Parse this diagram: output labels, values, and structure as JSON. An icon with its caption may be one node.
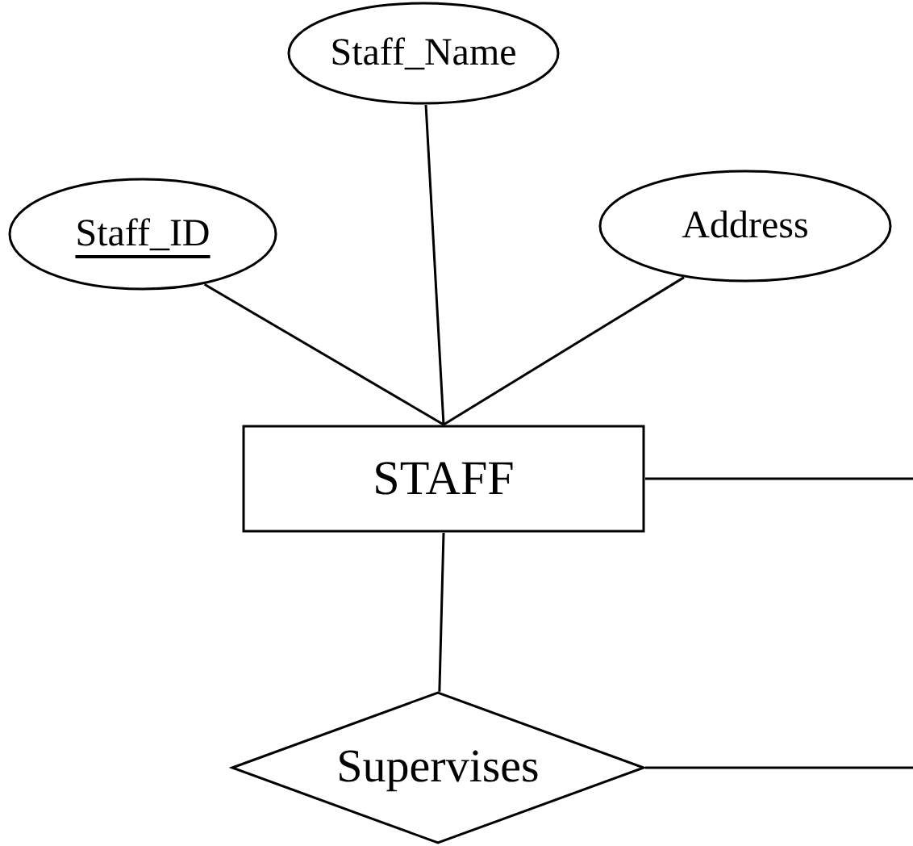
{
  "diagram": {
    "nodes": [
      {
        "text": [
          "Staff_Name"
        ]
      },
      {
        "text": [
          "Staff_ID"
        ]
      },
      {
        "text": [
          "Address"
        ]
      },
      {
        "text": [
          "STAFF"
        ]
      },
      {
        "text": [
          "Supervises"
        ]
      }
    ],
    "edges": [
      {
        "from": 1,
        "to": 3,
        "arrow": "none"
      },
      {
        "from": 0,
        "to": 3,
        "arrow": "none"
      },
      {
        "from": 2,
        "to": 3,
        "arrow": "none"
      },
      {
        "from": 3,
        "to": 4,
        "arrow": "none"
      },
      {
        "from": 3,
        "to": null,
        "arrow": "none"
      },
      {
        "from": 4,
        "to": null,
        "arrow": "none"
      }
    ]
  }
}
